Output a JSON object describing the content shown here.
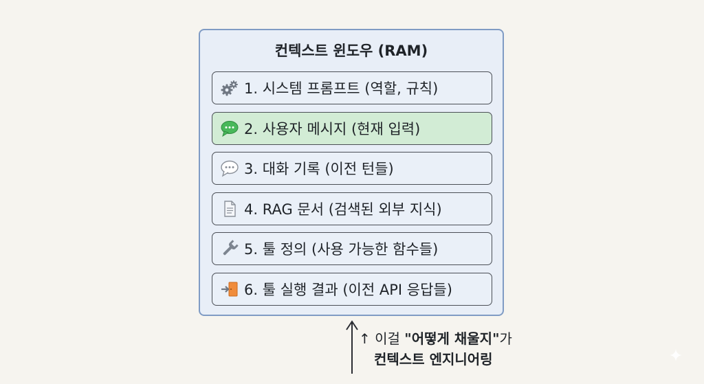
{
  "panel": {
    "title": "컨텍스트 윈도우 (RAM)",
    "items": [
      {
        "icon": "gears-icon",
        "label": "1. 시스템 프롬프트 (역할, 규칙)",
        "highlighted": false
      },
      {
        "icon": "chat-bubble-green-icon",
        "label": "2. 사용자 메시지 (현재 입력)",
        "highlighted": true
      },
      {
        "icon": "chat-bubble-icon",
        "label": "3. 대화 기록 (이전 턴들)",
        "highlighted": false
      },
      {
        "icon": "document-icon",
        "label": "4. RAG 문서 (검색된 외부 지식)",
        "highlighted": false
      },
      {
        "icon": "wrench-icon",
        "label": "5. 툴 정의 (사용 가능한 함수들)",
        "highlighted": false
      },
      {
        "icon": "enter-door-icon",
        "label": "6. 툴 실행 결과 (이전 API 응답들)",
        "highlighted": false
      }
    ]
  },
  "note": {
    "prefix": "↑ 이걸 ",
    "emphasis": "\"어떻게 채울지\"",
    "suffix": "가",
    "line2": "컨텍스트 엔지니어링"
  },
  "colors": {
    "panel_background": "#e8eef7",
    "panel_border": "#7f9bc4",
    "highlight_row": "#d2ecd5"
  }
}
